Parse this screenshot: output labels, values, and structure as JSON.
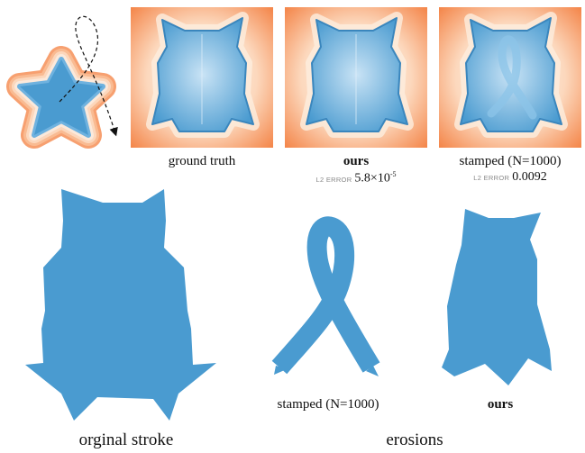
{
  "captions": {
    "ground_truth": "ground truth",
    "ours": "ours",
    "stamped": "stamped (N=1000)",
    "original_stroke": "orginal stroke",
    "erosions": "erosions",
    "stamped_bottom": "stamped (N=1000)",
    "ours_bottom": "ours"
  },
  "errors": {
    "label": "L2 ERROR",
    "ours_mantissa": "5.8×10",
    "ours_exponent": "-5",
    "stamped_value": "0.0092"
  },
  "colors": {
    "stroke_blue": "#4a9bd0",
    "band_orange": "#f4864a",
    "band_light": "#fdeede"
  }
}
